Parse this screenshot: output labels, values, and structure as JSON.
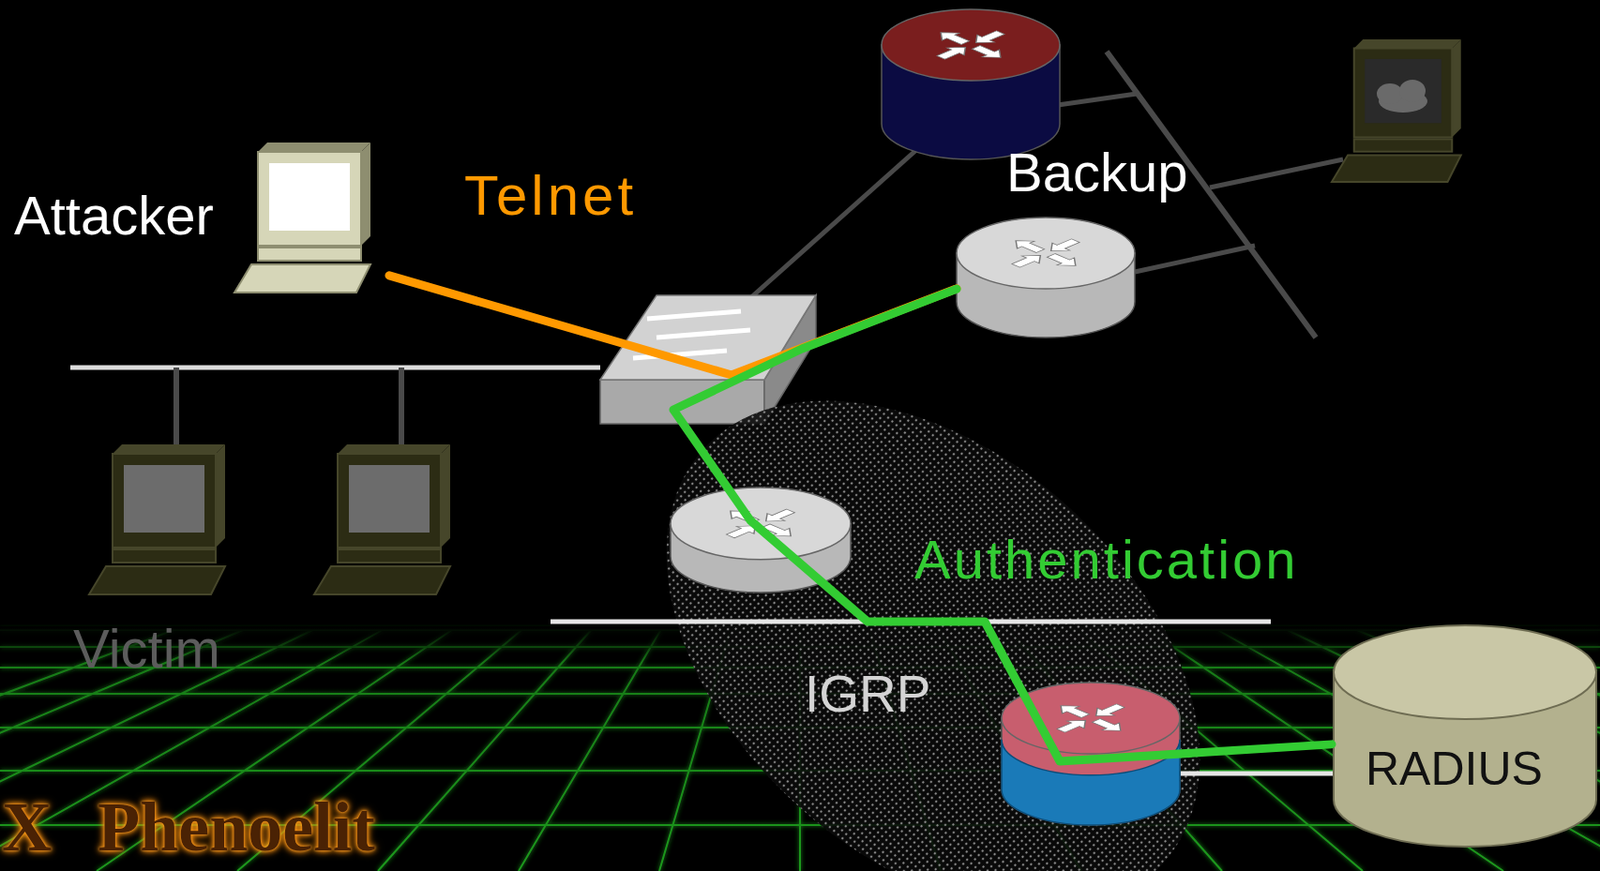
{
  "diagram": {
    "nodes": [
      {
        "text": [
          "Attacker"
        ]
      },
      {
        "text": [
          "Backup"
        ]
      },
      {
        "text": [
          "IGRP"
        ]
      },
      {
        "text": [
          "RADIUS"
        ]
      }
    ],
    "edges": [
      {
        "from": 0,
        "to": 1,
        "arrow": "none",
        "label": "Telnet"
      },
      {
        "from": 1,
        "to": 3,
        "arrow": "none",
        "label": "Authentication"
      }
    ],
    "labels": [
      "Victim",
      "X Phenoelit"
    ]
  }
}
